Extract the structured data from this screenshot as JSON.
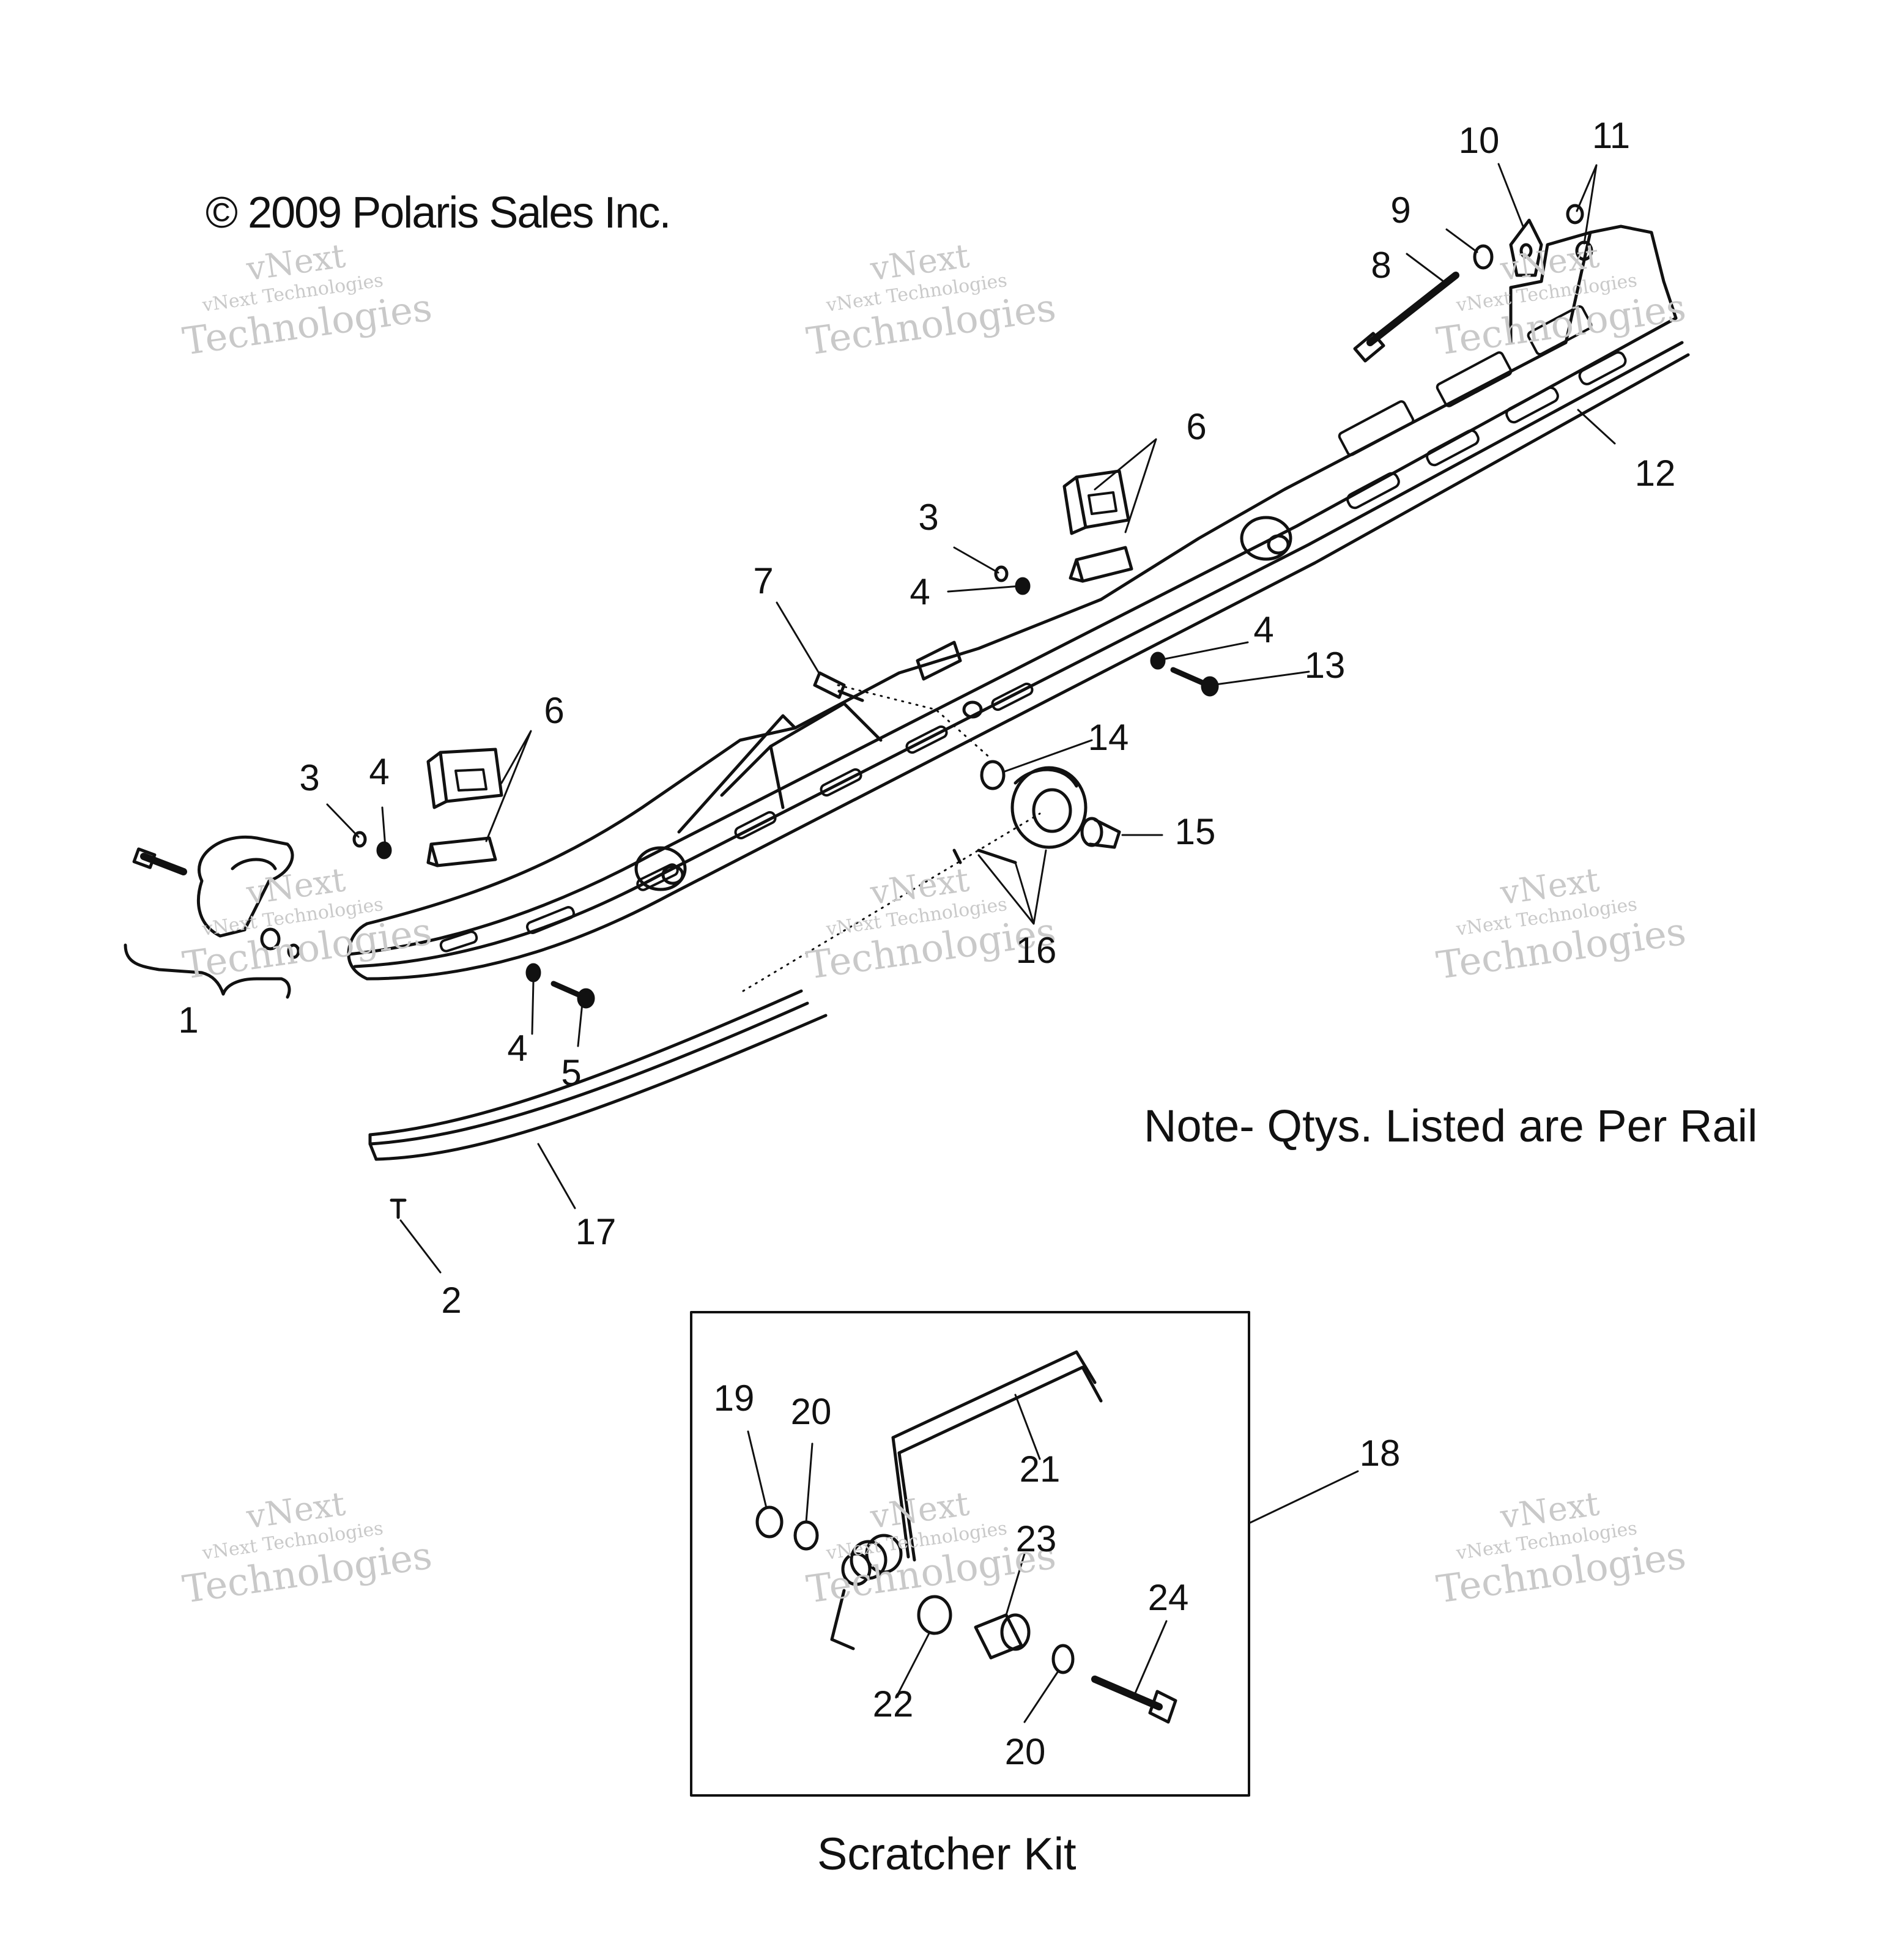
{
  "copyright": "© 2009 Polaris Sales Inc.",
  "note": "Note- Qtys. Listed are Per Rail",
  "kit_title": "Scratcher Kit",
  "watermark": {
    "line1": "vNext",
    "line2": "vNext Technologies",
    "line3": "Technologies"
  },
  "callouts": [
    "1",
    "2",
    "3",
    "3",
    "4",
    "4",
    "4",
    "4",
    "5",
    "6",
    "6",
    "7",
    "8",
    "9",
    "10",
    "11",
    "12",
    "13",
    "14",
    "15",
    "16",
    "17",
    "18",
    "19",
    "20",
    "20",
    "21",
    "22",
    "23",
    "24"
  ]
}
